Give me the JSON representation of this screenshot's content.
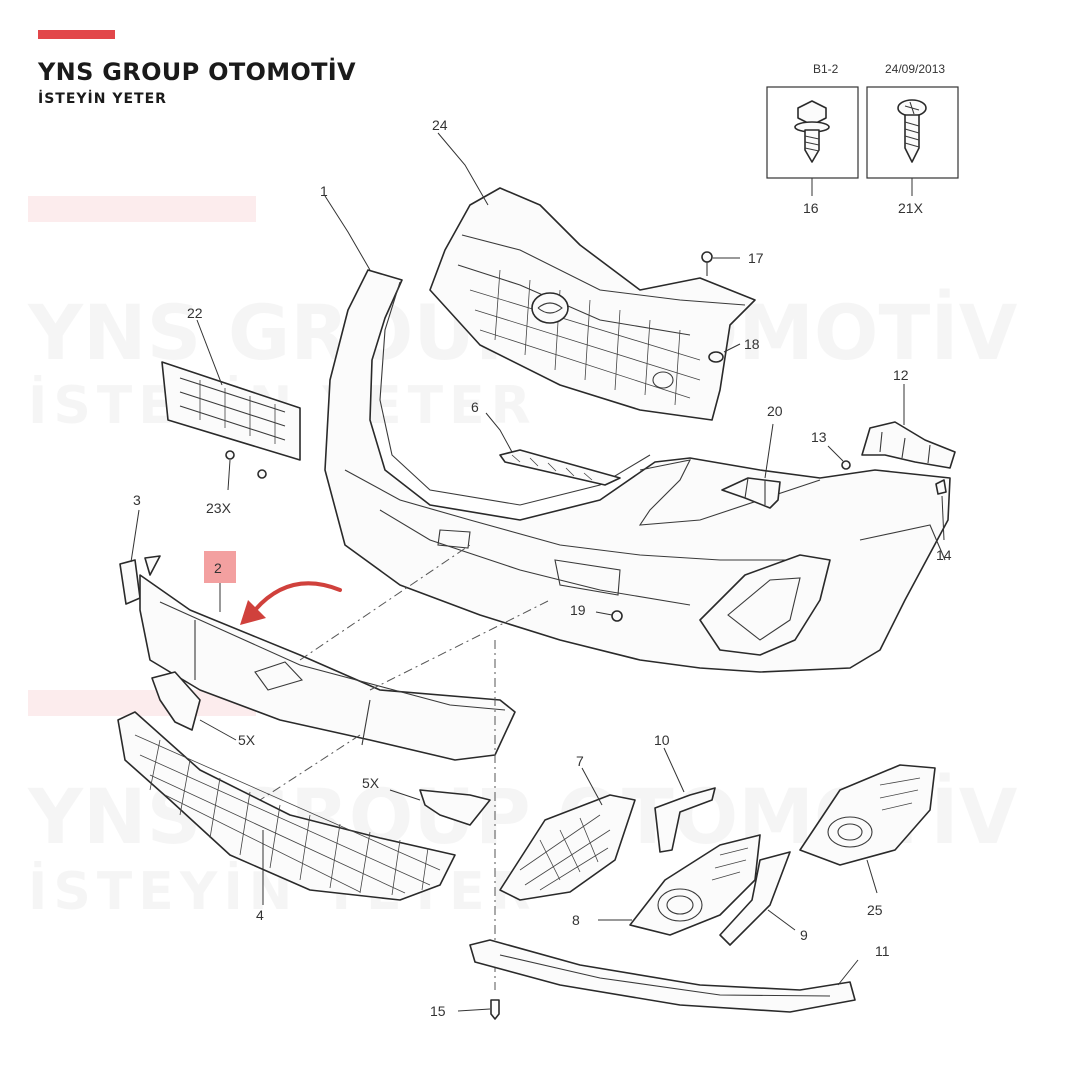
{
  "brand": {
    "title": "YNS GROUP OTOMOTİV",
    "subtitle": "İSTEYİN YETER",
    "accent_color": "#e2474a",
    "watermark_title": "YNS GROUP OTOMOTİV",
    "watermark_subtitle": "İSTEYİN YETER"
  },
  "header": {
    "code": "B1-2",
    "date": "24/09/2013"
  },
  "fasteners": [
    {
      "label": "16",
      "icon": "hex-flange-bolt-icon"
    },
    {
      "label": "21X",
      "icon": "phillips-screw-icon"
    }
  ],
  "parts": {
    "p1": "1",
    "p2": "2",
    "p3": "3",
    "p4": "4",
    "p5a": "5X",
    "p5b": "5X",
    "p6": "6",
    "p7": "7",
    "p8": "8",
    "p9": "9",
    "p10": "10",
    "p11": "11",
    "p12": "12",
    "p13": "13",
    "p14": "14",
    "p15": "15",
    "p16": "16",
    "p17": "17",
    "p18": "18",
    "p19": "19",
    "p20": "20",
    "p21": "21X",
    "p22": "22",
    "p23": "23X",
    "p24": "24",
    "p25": "25"
  },
  "highlight": {
    "part": "2",
    "box_color": "#f3a0a0",
    "arrow_color": "#d0413c"
  }
}
